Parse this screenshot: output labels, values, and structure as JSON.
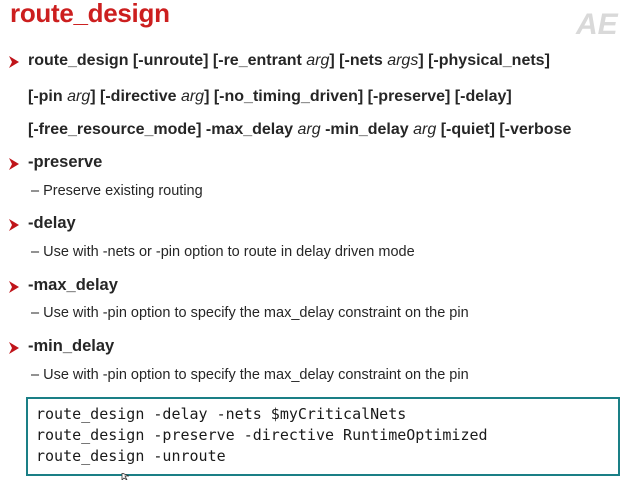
{
  "title": "route_design",
  "logo_text": "AE",
  "syntax": {
    "line1": {
      "cmd": "route_design",
      "p1": "[-unroute]",
      "p2": "[-re_entrant",
      "p2_arg": "arg",
      "p2_close": "]",
      "p3": "[-nets",
      "p3_arg": "args",
      "p3_close": "]",
      "p4": "[-physical_nets]"
    },
    "line2": {
      "p1": "[-pin",
      "p1_arg": "arg",
      "p1_close": "]",
      "p2": "[-directive",
      "p2_arg": "arg",
      "p2_close": "]",
      "p3": "[-no_timing_driven]",
      "p4": "[-preserve]",
      "p5": "[-delay]"
    },
    "line3": {
      "p1": "[-free_resource_mode]",
      "p2": "-max_delay",
      "p2_arg": "arg",
      "p3": "-min_delay",
      "p3_arg": "arg",
      "p4": "[-quiet]",
      "p5": "[-verbose"
    }
  },
  "options": [
    {
      "name": "-preserve",
      "desc": "– Preserve existing routing"
    },
    {
      "name": "-delay",
      "desc": "– Use with -nets or -pin option to route in delay driven mode"
    },
    {
      "name": "-max_delay",
      "desc": "– Use with -pin option to specify the max_delay constraint on the pin"
    },
    {
      "name": "-min_delay",
      "desc": "– Use with -pin option to specify the max_delay constraint on the pin"
    }
  ],
  "code": [
    "route_design -delay -nets $myCriticalNets",
    "route_design -preserve -directive RuntimeOptimized",
    "route_design -unroute"
  ],
  "colors": {
    "title": "#cc1f1f",
    "bullet": "#c0141a",
    "code_border": "#1a7f86"
  }
}
